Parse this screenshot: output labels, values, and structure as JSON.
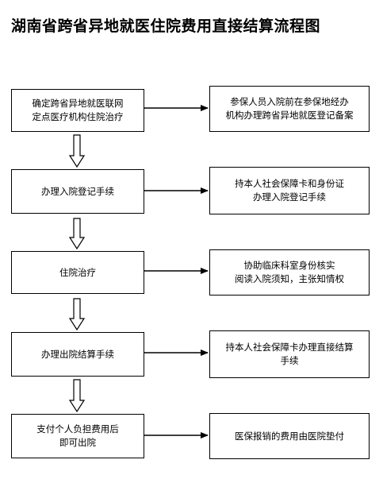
{
  "title": "湖南省跨省异地就医住院费用直接结算流程图",
  "steps": [
    {
      "left": "确定跨省异地就医联网\n定点医疗机构住院治疗",
      "right": "参保人员入院前在参保地经办\n机构办理跨省异地就医登记备案"
    },
    {
      "left": "办理入院登记手续",
      "right": "持本人社会保障卡和身份证\n办理入院登记手续"
    },
    {
      "left": "住院治疗",
      "right": "协助临床科室身份核实\n阅读入院须知，主张知情权"
    },
    {
      "left": "办理出院结算手续",
      "right": "持本人社会保障卡办理直接结算\n手续"
    },
    {
      "left": "支付个人负担费用后\n即可出院",
      "right": "医保报销的费用由医院垫付"
    }
  ]
}
